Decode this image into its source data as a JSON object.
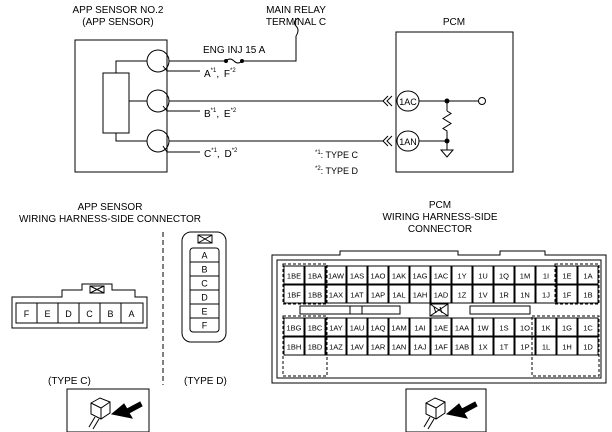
{
  "colors": {
    "line": "#000000",
    "background": "#ffffff"
  },
  "app_sensor": {
    "title_line1": "APP SENSOR NO.2",
    "title_line2": "(APP SENSOR)",
    "pin_a": "A",
    "pin_f": "F",
    "pin_b": "B",
    "pin_e": "E",
    "pin_c": "C",
    "pin_d": "D",
    "note_mark_1": "*1",
    "note_mark_2": "*2",
    "sep": ", "
  },
  "main_relay": {
    "line1": "MAIN RELAY",
    "line2": "TERMINAL C"
  },
  "fuse": {
    "label": "ENG INJ 15 A"
  },
  "pcm": {
    "title": "PCM",
    "terminal_ac": "1AC",
    "terminal_an": "1AN"
  },
  "notes": {
    "type_c": ": TYPE C",
    "type_d": ": TYPE D"
  },
  "app_connector": {
    "title_line1": "APP SENSOR",
    "title_line2": "WIRING HARNESS-SIDE CONNECTOR",
    "type_c_pins": [
      "F",
      "E",
      "D",
      "C",
      "B",
      "A"
    ],
    "type_d_pins": [
      "A",
      "B",
      "C",
      "D",
      "E",
      "F"
    ],
    "type_c_label": "(TYPE C)",
    "type_d_label": "(TYPE D)"
  },
  "pcm_connector": {
    "title_line1": "PCM",
    "title_line2": "WIRING HARNESS-SIDE",
    "title_line3": "CONNECTOR",
    "rows": [
      [
        "1BE",
        "1BA",
        "1AW",
        "1AS",
        "1AO",
        "1AK",
        "1AG",
        "1AC",
        "1Y",
        "1U",
        "1Q",
        "1M",
        "1I",
        "1E",
        "1A"
      ],
      [
        "1BF",
        "1BB",
        "1AX",
        "1AT",
        "1AP",
        "1AL",
        "1AH",
        "1AD",
        "1Z",
        "1V",
        "1R",
        "1N",
        "1J",
        "1F",
        "1B"
      ],
      [
        "1BG",
        "1BC",
        "1AY",
        "1AU",
        "1AQ",
        "1AM",
        "1AI",
        "1AE",
        "1AA",
        "1W",
        "1S",
        "1O",
        "1K",
        "1G",
        "1C"
      ],
      [
        "1BH",
        "1BD",
        "1AZ",
        "1AV",
        "1AR",
        "1AN",
        "1AJ",
        "1AF",
        "1AB",
        "1X",
        "1T",
        "1P",
        "1L",
        "1H",
        "1D"
      ]
    ]
  }
}
